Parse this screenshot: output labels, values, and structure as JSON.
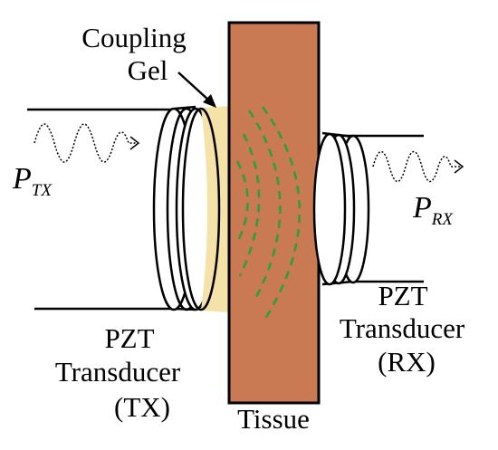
{
  "labels": {
    "coupling_gel_line1": "Coupling",
    "coupling_gel_line2": "Gel",
    "p_tx_main": "P",
    "p_tx_sub": "TX",
    "p_rx_main": "P",
    "p_rx_sub": "RX",
    "tx_line1": "PZT",
    "tx_line2": "Transducer",
    "tx_line3": "(TX)",
    "rx_line1": "PZT",
    "rx_line2": "Transducer",
    "rx_line3": "(RX)",
    "tissue": "Tissue"
  },
  "colors": {
    "tissue_fill": "#C97A52",
    "gel_fill": "#F5E2A8",
    "wave_dashed": "#2E9E3E",
    "outline": "#000000"
  },
  "icons": {
    "tx_signal": "sine-wave-arrow-icon",
    "rx_signal": "sine-wave-arrow-icon",
    "pointer": "arrow-icon"
  }
}
